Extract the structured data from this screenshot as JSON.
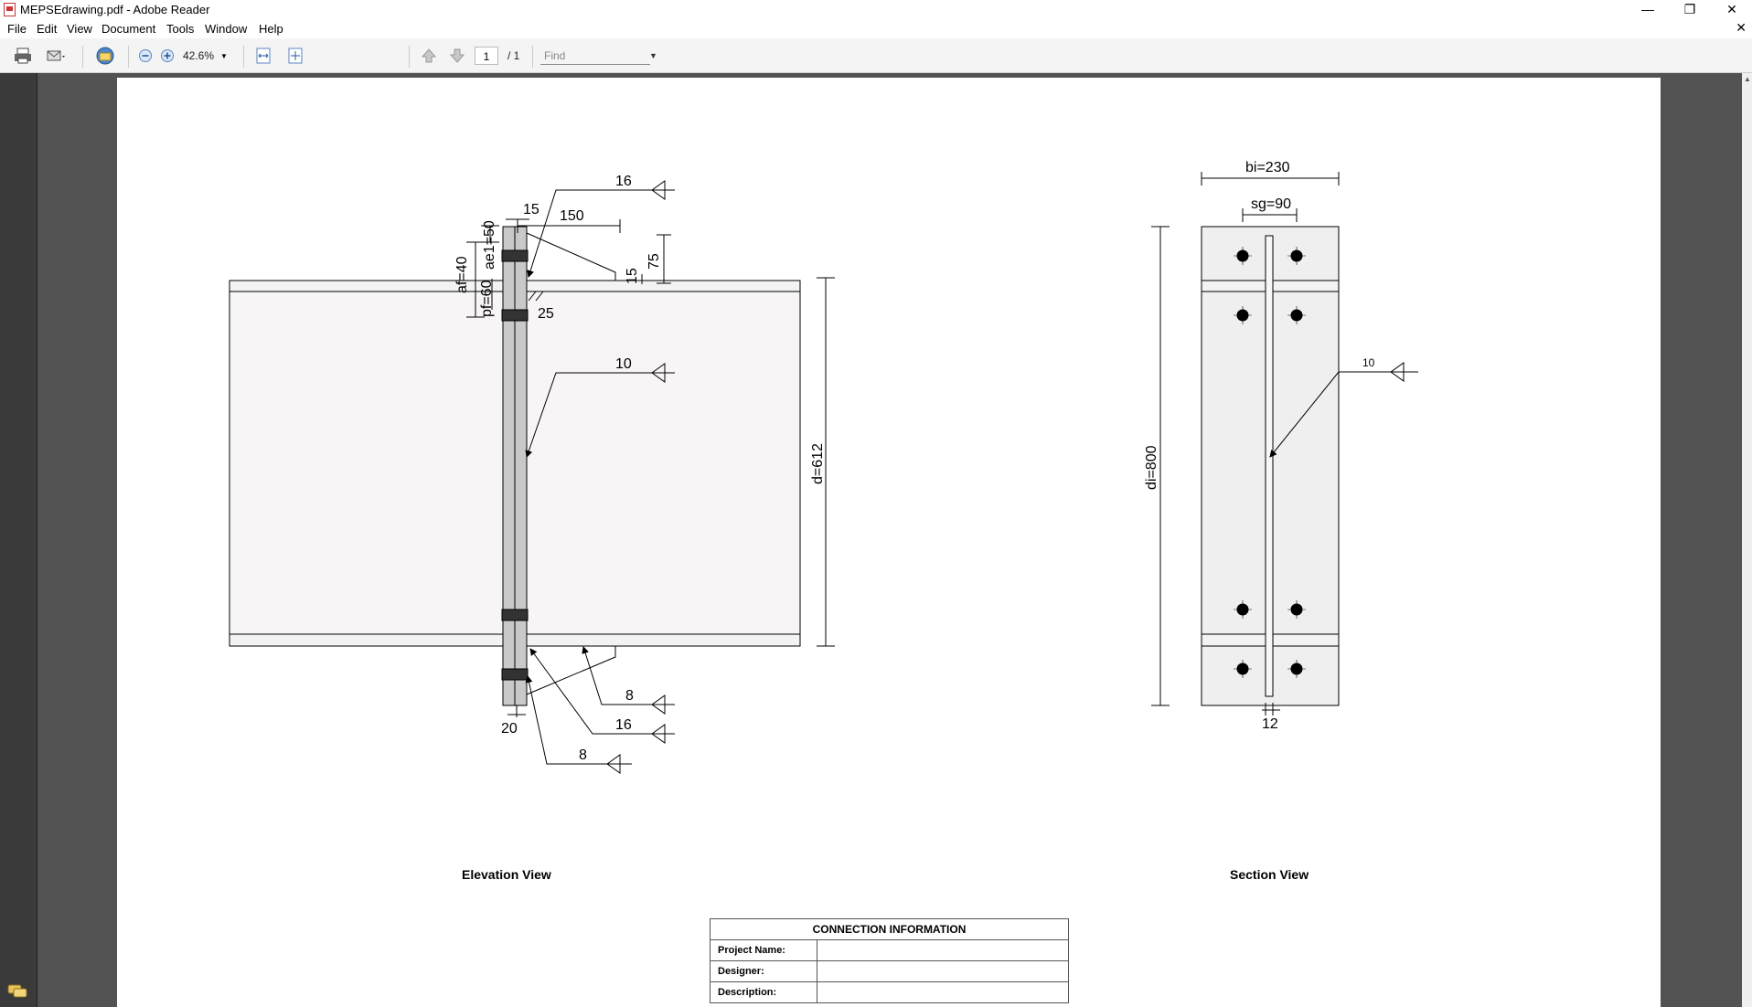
{
  "window": {
    "title": "MEPSEdrawing.pdf - Adobe Reader",
    "controls": {
      "minimize": "—",
      "restore": "❐",
      "close": "✕"
    }
  },
  "menu": [
    "File",
    "Edit",
    "View",
    "Document",
    "Tools",
    "Window",
    "Help"
  ],
  "toolbar": {
    "zoom": "42.6%",
    "page_current": "1",
    "page_total": "/ 1",
    "find_placeholder": "Find"
  },
  "drawing": {
    "elevation": {
      "labels": {
        "w16": "16",
        "d15": "15",
        "d150": "150",
        "ae1": "ae1=50",
        "af": "af=40",
        "pf": "pf=60",
        "d15b": "15",
        "d75": "75",
        "d25": "25",
        "w10": "10",
        "d612": "d=612",
        "w8a": "8",
        "w16b": "16",
        "w8b": "8",
        "d20": "20"
      },
      "caption": "Elevation View"
    },
    "section": {
      "labels": {
        "bi": "bi=230",
        "sg": "sg=90",
        "di": "di=800",
        "w10": "10",
        "d12": "12"
      },
      "caption": "Section View"
    }
  },
  "connection_info": {
    "header": "CONNECTION INFORMATION",
    "rows": [
      {
        "label": "Project Name:",
        "value": ""
      },
      {
        "label": "Designer:",
        "value": ""
      },
      {
        "label": "Description:",
        "value": ""
      }
    ]
  },
  "icons": {
    "print": "printer-icon",
    "email": "email-icon",
    "collab": "collaborate-icon",
    "zoom_out": "zoom-out-icon",
    "zoom_in": "zoom-in-icon",
    "fit_width": "fit-width-icon",
    "fit_page": "fit-page-icon",
    "prev": "page-up-icon",
    "next": "page-down-icon",
    "comments": "comments-icon"
  }
}
